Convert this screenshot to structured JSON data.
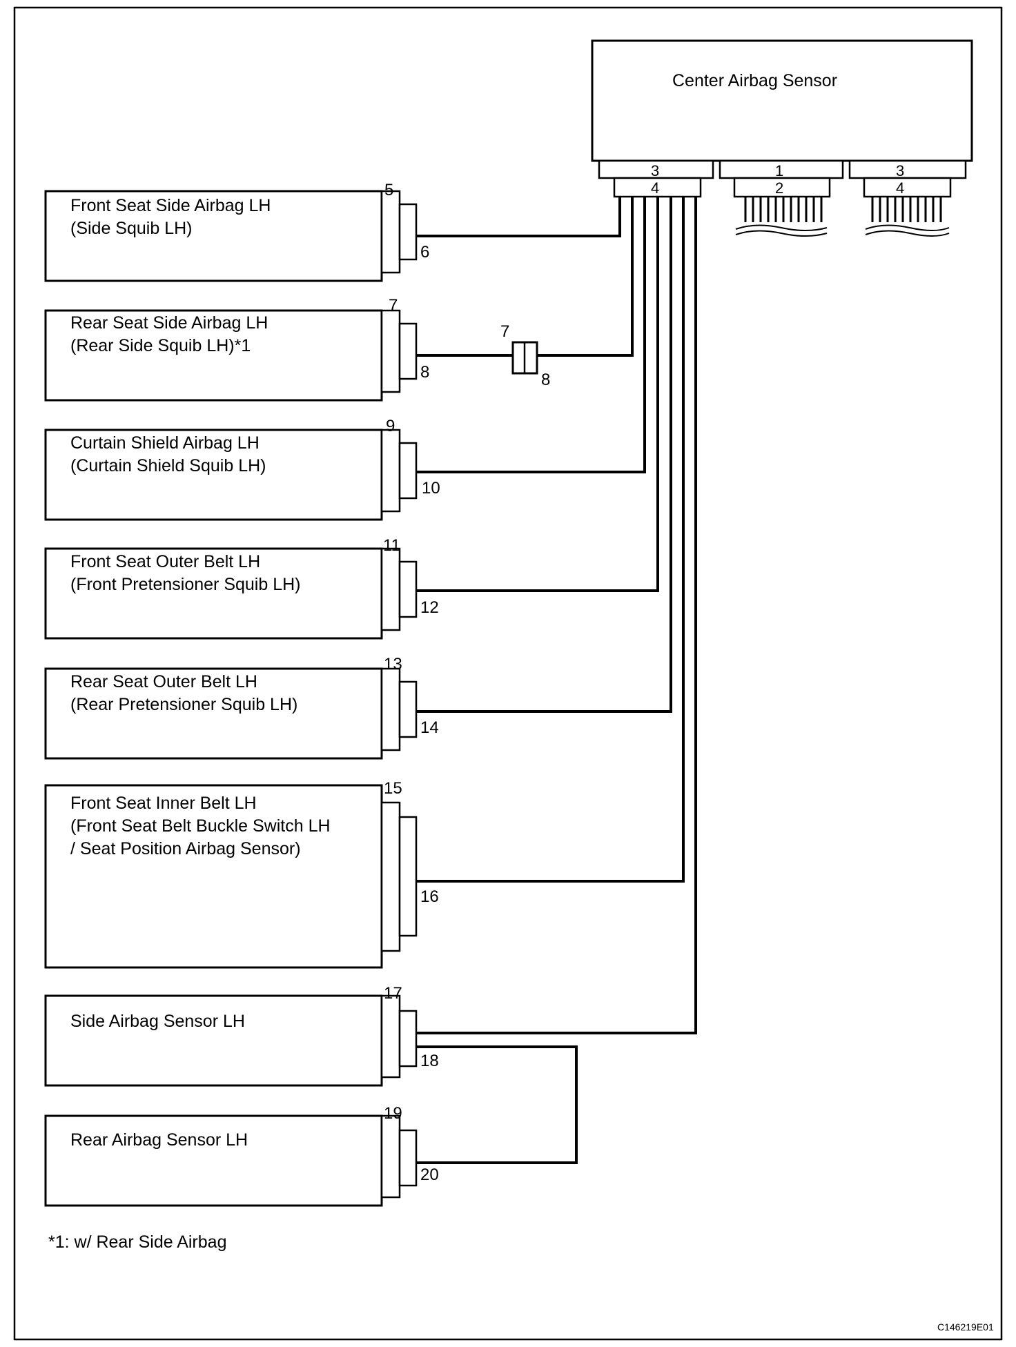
{
  "center_sensor": {
    "title": "Center Airbag Sensor",
    "connectors": [
      {
        "upper": "3",
        "lower": "4"
      },
      {
        "upper": "1",
        "lower": "2"
      },
      {
        "upper": "3",
        "lower": "4"
      }
    ]
  },
  "components": [
    {
      "line1": "Front Seat Side Airbag LH",
      "line2": "(Side Squib LH)",
      "line3": "",
      "pin_top": "5",
      "pin_bottom": "6"
    },
    {
      "line1": "Rear Seat Side Airbag LH",
      "line2": "(Rear Side Squib LH)*1",
      "line3": "",
      "pin_top": "7",
      "pin_bottom": "8"
    },
    {
      "line1": "Curtain Shield Airbag LH",
      "line2": "(Curtain Shield Squib LH)",
      "line3": "",
      "pin_top": "9",
      "pin_bottom": "10"
    },
    {
      "line1": "Front Seat Outer Belt LH",
      "line2": "(Front Pretensioner Squib LH)",
      "line3": "",
      "pin_top": "11",
      "pin_bottom": "12"
    },
    {
      "line1": "Rear Seat Outer Belt LH",
      "line2": "(Rear Pretensioner Squib LH)",
      "line3": "",
      "pin_top": "13",
      "pin_bottom": "14"
    },
    {
      "line1": "Front Seat Inner Belt LH",
      "line2": "(Front Seat Belt Buckle Switch LH",
      "line3": "/ Seat Position Airbag Sensor)",
      "pin_top": "15",
      "pin_bottom": "16"
    },
    {
      "line1": "Side Airbag Sensor LH",
      "line2": "",
      "line3": "",
      "pin_top": "17",
      "pin_bottom": "18"
    },
    {
      "line1": "Rear Airbag Sensor LH",
      "line2": "",
      "line3": "",
      "pin_top": "19",
      "pin_bottom": "20"
    }
  ],
  "junction": {
    "pin_left": "7",
    "pin_right": "8"
  },
  "footnote": "*1: w/ Rear Side Airbag",
  "figure_code": "C146219E01"
}
